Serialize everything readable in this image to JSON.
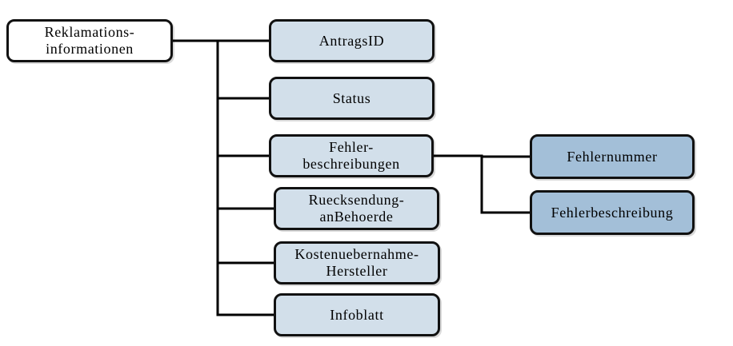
{
  "diagram": {
    "root": {
      "lines": [
        "Reklamations-",
        "informationen"
      ]
    },
    "children": [
      {
        "lines": [
          "AntragsID"
        ]
      },
      {
        "lines": [
          "Status"
        ]
      },
      {
        "lines": [
          "Fehler-",
          "beschreibungen"
        ]
      },
      {
        "lines": [
          "Ruecksendung-",
          "anBehoerde"
        ]
      },
      {
        "lines": [
          "Kostenuebernahme-",
          "Hersteller"
        ]
      },
      {
        "lines": [
          "Infoblatt"
        ]
      }
    ],
    "grandchildren": [
      {
        "lines": [
          "Fehlernummer"
        ]
      },
      {
        "lines": [
          "Fehlerbeschreibung"
        ]
      }
    ],
    "colors": {
      "root_fill": "#ffffff",
      "child_fill": "#d2dfea",
      "grandchild_fill": "#a3bfd8",
      "border": "#111111",
      "connector": "#000000"
    }
  }
}
